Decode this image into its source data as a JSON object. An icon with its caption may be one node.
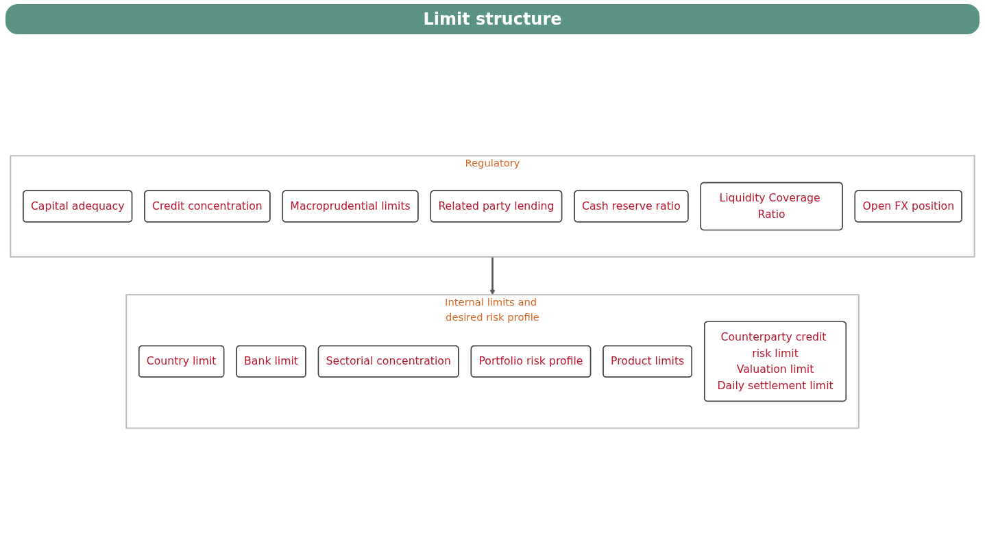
{
  "diagram": {
    "title": "Limit structure",
    "nodes": [
      {
        "text": [
          "Regulatory"
        ]
      },
      {
        "text": [
          "Capital adequacy"
        ],
        "in": 0
      },
      {
        "text": [
          "Credit concentration"
        ],
        "in": 0
      },
      {
        "text": [
          "Macroprudential limits"
        ],
        "in": 0
      },
      {
        "text": [
          "Related party lending"
        ],
        "in": 0
      },
      {
        "text": [
          "Cash reserve ratio"
        ],
        "in": 0
      },
      {
        "text": [
          "Liquidity Coverage Ratio"
        ],
        "in": 0
      },
      {
        "text": [
          "Open FX position"
        ],
        "in": 0
      },
      {
        "text": [
          "Internal limits and desired risk profile"
        ]
      },
      {
        "text": [
          "Country limit"
        ],
        "in": 8
      },
      {
        "text": [
          "Bank limit"
        ],
        "in": 8
      },
      {
        "text": [
          "Sectorial concentration"
        ],
        "in": 8
      },
      {
        "text": [
          "Portfolio risk profile"
        ],
        "in": 8
      },
      {
        "text": [
          "Product limits"
        ],
        "in": 8
      },
      {
        "text": [
          "Counterparty credit risk limit",
          "Valuation limit",
          "Daily settlement limit"
        ],
        "in": 8
      }
    ],
    "edges": [
      {
        "from": 0,
        "to": 8,
        "arrow": "to"
      }
    ]
  }
}
